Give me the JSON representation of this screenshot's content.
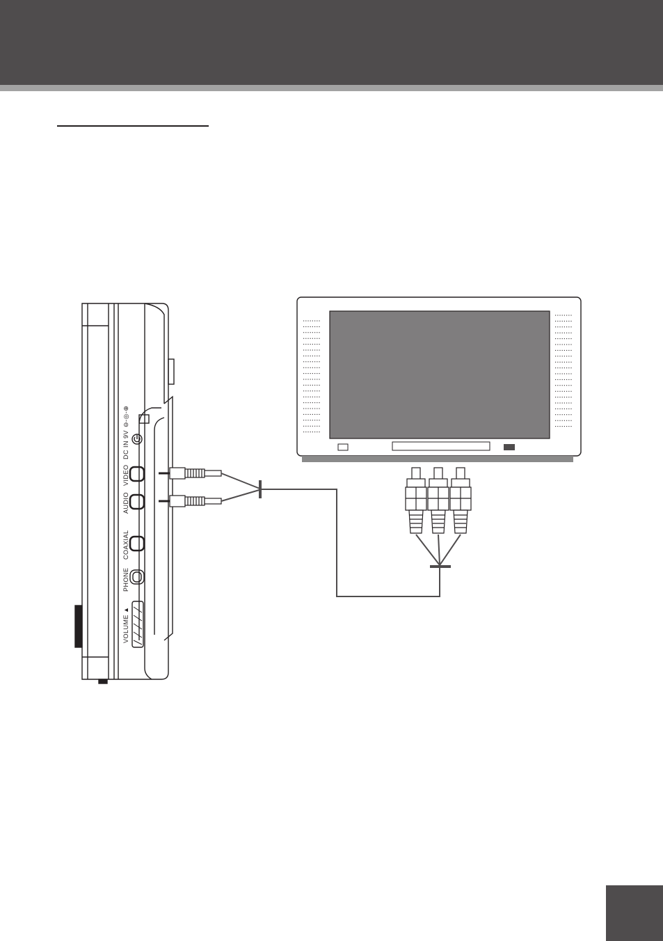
{
  "device": {
    "jacks": [
      {
        "label": "DC IN 9V"
      },
      {
        "label": "VIDEO"
      },
      {
        "label": "AUDIO"
      },
      {
        "label": "COAXIAL"
      },
      {
        "label": "PHONE"
      },
      {
        "label": "VOLUME"
      }
    ]
  },
  "colors": {
    "header": "#4f4c4d",
    "header_rule": "#a3a3a3",
    "tv_screen": "#7f7d7e",
    "tv_stand": "#8a8a8a",
    "cable": "#4f4c4d",
    "line": "#231f20"
  }
}
